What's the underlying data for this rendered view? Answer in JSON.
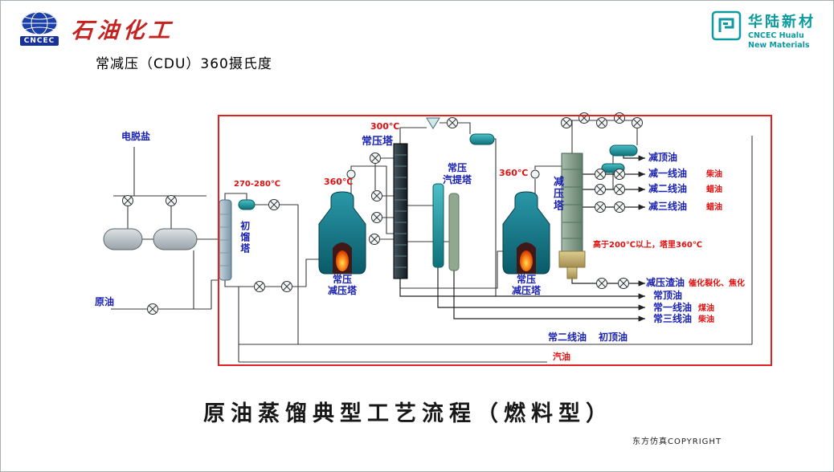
{
  "header": {
    "brand_left": {
      "badge": "CNCEC",
      "name": "石油化工"
    },
    "brand_right": {
      "cn": "华陆新材",
      "en1": "CNCEC Hualu",
      "en2": "New Materials"
    }
  },
  "title": "常减压（CDU）360摄氏度",
  "colors": {
    "accent_red": "#e02222",
    "label_blue": "#1a22b0",
    "brand_teal": "#0a9aa0",
    "brand_red": "#c42320"
  },
  "diagram": {
    "labels": {
      "desalter": "电脱盐",
      "crude": "原油",
      "initial_tower": "初馏塔",
      "temp_initial": "270-280℃",
      "temp_furnace1": "360℃",
      "temp_atm_top": "300℃",
      "atm_tower": "常压塔",
      "atm_short": "常压",
      "stripper": "汽提塔",
      "temp_furnace2": "360℃",
      "vac_tower": "减压塔",
      "furnace1_line1": "常压",
      "furnace1_line2": "减压塔",
      "furnace2_line1": "常压",
      "furnace2_line2": "减压塔",
      "vac_note": "高于200℃以上，塔里360℃"
    },
    "products": [
      {
        "name": "减顶油",
        "note": ""
      },
      {
        "name": "减一线油",
        "note": "柴油"
      },
      {
        "name": "减二线油",
        "note": "蜡油"
      },
      {
        "name": "减三线油",
        "note": "蜡油"
      },
      {
        "name": "减压渣油",
        "note": "催化裂化、焦化"
      },
      {
        "name": "常顶油",
        "note": ""
      },
      {
        "name": "常一线油",
        "note": "煤油"
      },
      {
        "name": "常三线油",
        "note": "柴油"
      },
      {
        "name": "常二线油",
        "note": ""
      },
      {
        "name": "初顶油",
        "note": ""
      },
      {
        "name": "汽油",
        "note": ""
      }
    ],
    "caption": "原油蒸馏典型工艺流程（燃料型）",
    "copyright": "东方仿真COPYRIGHT"
  }
}
